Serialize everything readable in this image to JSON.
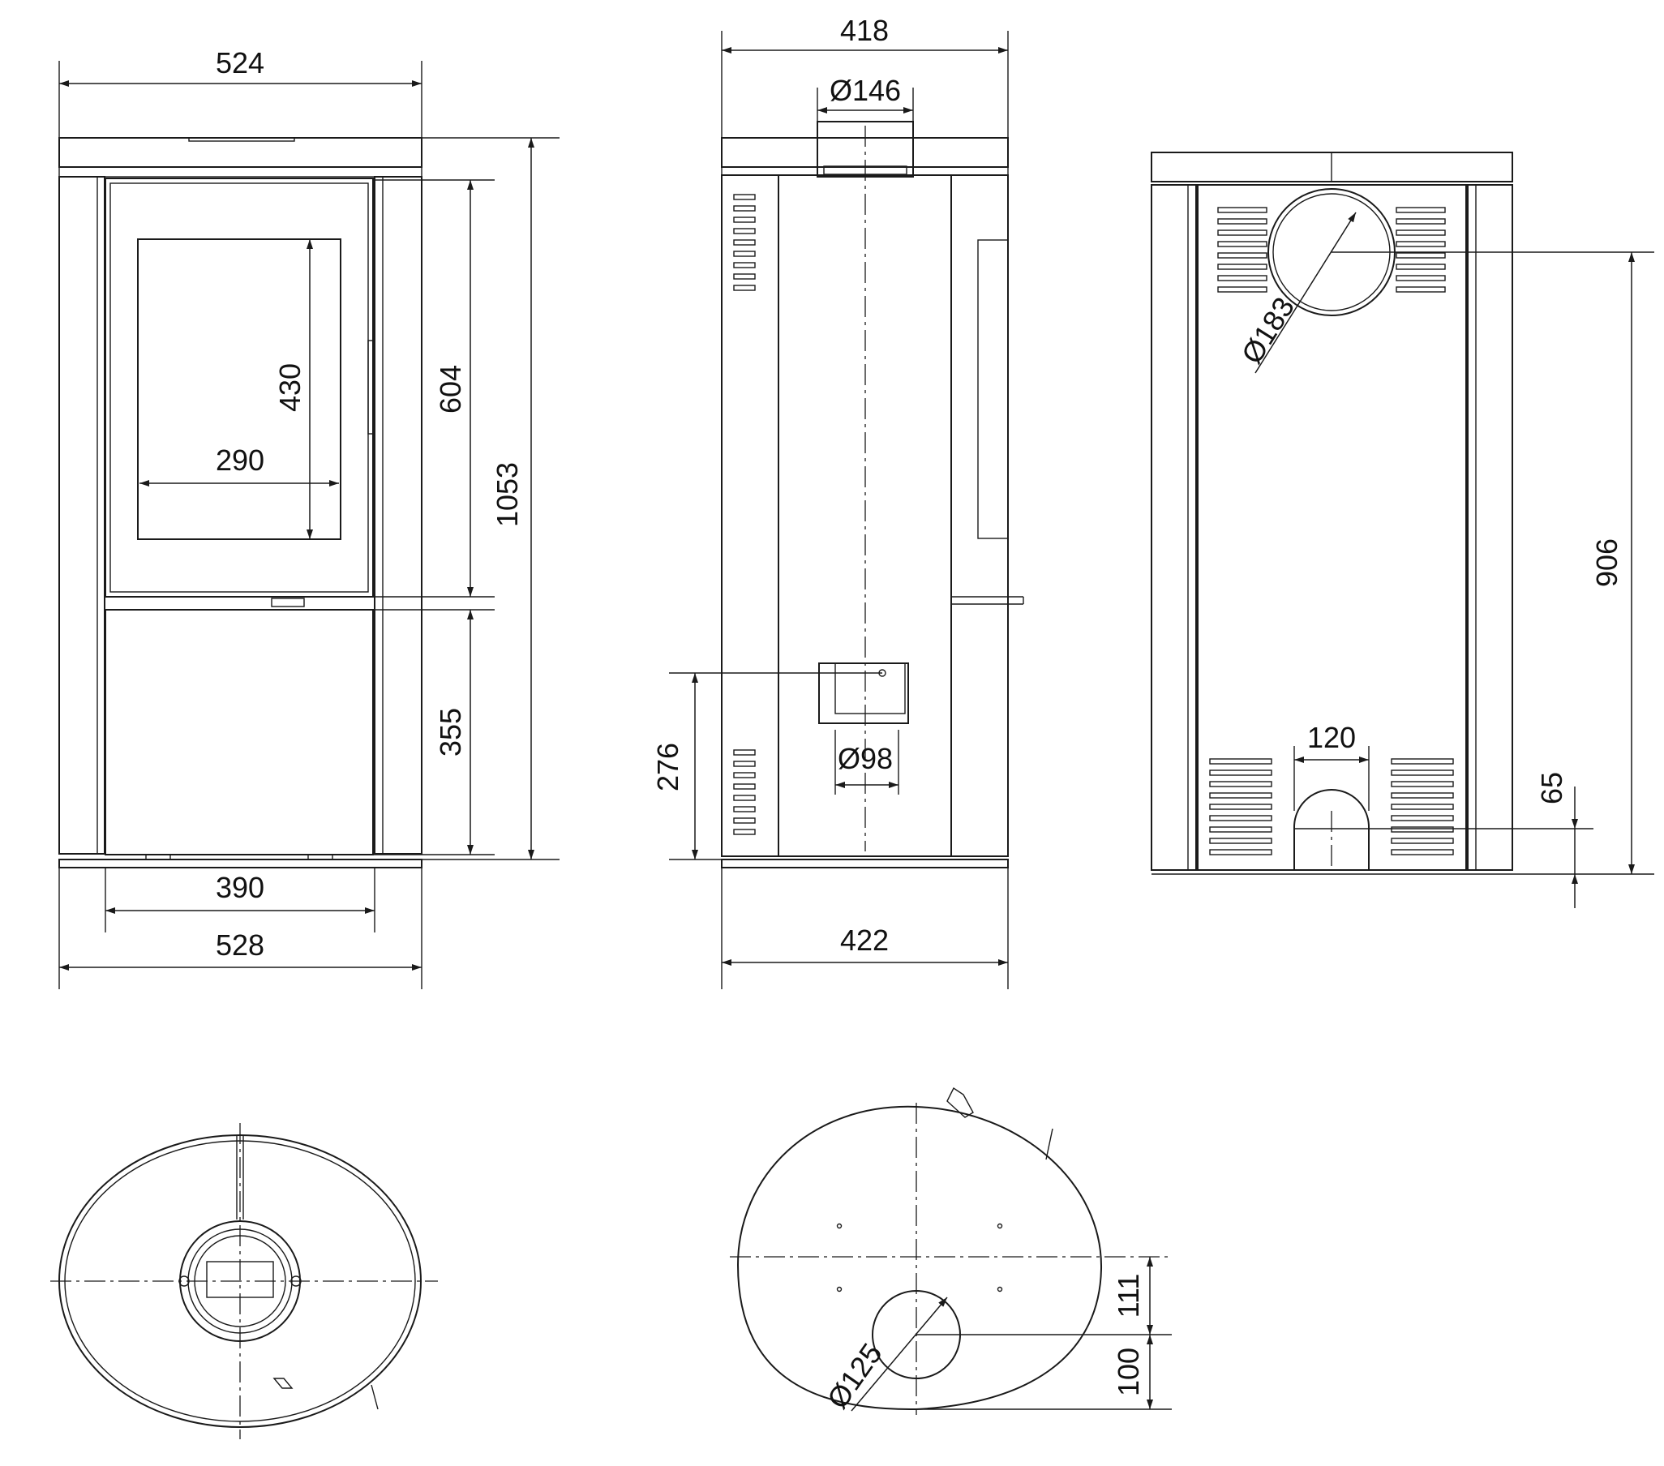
{
  "views": {
    "front": {
      "top_width": "524",
      "total_height": "1053",
      "door_height": "604",
      "glass_height": "430",
      "glass_width": "290",
      "lower_height": "355",
      "inner_width": "390",
      "base_width": "528"
    },
    "side": {
      "depth_top": "418",
      "flue_diameter": "Ø146",
      "air_inlet_height": "276",
      "air_inlet_diameter": "Ø98",
      "depth_base": "422"
    },
    "rear": {
      "flue_diameter": "Ø183",
      "flue_height": "906",
      "opening_width": "120",
      "opening_height": "65"
    },
    "bottom": {
      "hole_diameter": "Ø125",
      "offset_a": "111",
      "offset_b": "100"
    }
  },
  "colors": {
    "line": "#1a1a1a",
    "background": "#ffffff"
  }
}
